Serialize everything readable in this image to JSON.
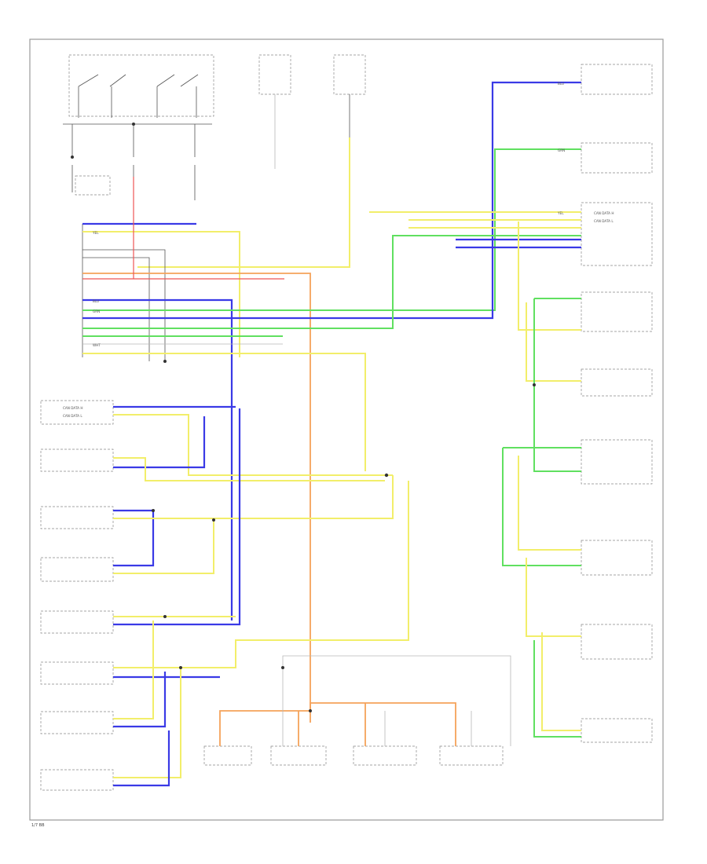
{
  "diagram": {
    "footer_code": "1/7 BB",
    "wire_labels": {
      "yel": "YEL",
      "blu": "BLU",
      "grn": "GRN",
      "wht": "WHT"
    },
    "connector_labels": {
      "can_h": "CAN DATA H",
      "can_l": "CAN DATA L"
    }
  }
}
